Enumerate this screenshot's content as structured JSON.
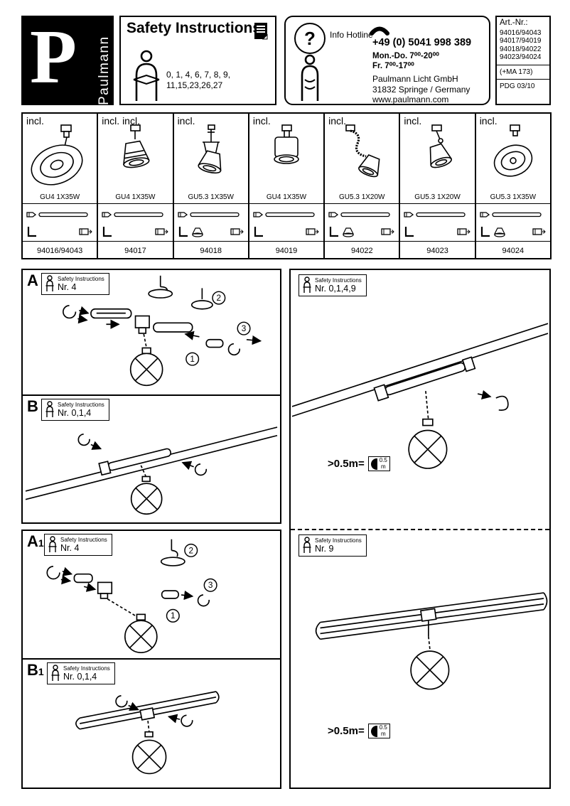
{
  "header": {
    "logo": {
      "letter": "P",
      "brand": "Paulmann"
    },
    "safety_box": {
      "title": "Safety Instructions",
      "numbers_line1": "0, 1, 4, 6, 7, 8, 9,",
      "numbers_line2": "11,15,23,26,27"
    },
    "hotline": {
      "question_mark": "?",
      "label": "Info Hotline",
      "phone": "+49 (0) 5041 998 389",
      "hours_weekdays": "Mon.-Do. 7⁰⁰-20⁰⁰",
      "hours_friday": "Fr.  7⁰⁰-17⁰⁰",
      "company": "Paulmann Licht GmbH",
      "address": "31832 Springe / Germany",
      "website": "www.paulmann.com"
    },
    "art_nr": {
      "label": "Art.-Nr.:",
      "line1": "94016/94043",
      "line2": "94017/94019",
      "line3": "94018/94022",
      "line4": "94023/94024",
      "extra": "(+MA 173)",
      "code": "PDG 03/10"
    }
  },
  "products": [
    {
      "incl": "incl.",
      "bulb": "GU4  1X35W",
      "part": "94016/94043"
    },
    {
      "incl": "incl. incl.",
      "bulb": "GU4  1X35W",
      "part": "94017"
    },
    {
      "incl": "incl.",
      "bulb": "GU5.3  1X35W",
      "part": "94018"
    },
    {
      "incl": "incl.",
      "bulb": "GU4  1X35W",
      "part": "94019"
    },
    {
      "incl": "incl.",
      "bulb": "GU5.3  1X20W",
      "part": "94022"
    },
    {
      "incl": "incl.",
      "bulb": "GU5.3  1X20W",
      "part": "94023"
    },
    {
      "incl": "incl.",
      "bulb": "GU5.3  1X35W",
      "part": "94024"
    }
  ],
  "instructions": {
    "safety_title": "Safety Instructions",
    "box_a": {
      "letter": "A",
      "nr": "Nr. 4",
      "steps": [
        "1",
        "2",
        "3"
      ]
    },
    "box_b": {
      "letter": "B",
      "nr": "Nr. 0,1,4"
    },
    "box_a1": {
      "letter": "A",
      "sub": "1",
      "nr": "Nr. 4",
      "steps": [
        "1",
        "2",
        "3"
      ]
    },
    "box_b1": {
      "letter": "B",
      "sub": "1",
      "nr": "Nr. 0,1,4"
    },
    "right_top": {
      "nr": "Nr. 0,1,4,9",
      "distance": ">0.5m=",
      "dist_val": "0.5",
      "dist_unit": "m"
    },
    "right_bottom": {
      "nr": "Nr. 9",
      "distance": ">0.5m=",
      "dist_val": "0.5",
      "dist_unit": "m"
    }
  },
  "icons": {
    "document-icon": "svg-booklet",
    "reading-person-icon": "svg-person-with-book",
    "question-person-icon": "svg-standing-person",
    "phone-icon": "svg-handset",
    "clamp-icon": "svg-small-adapter",
    "rod-icon": "svg-long-rod",
    "allen-key-icon": "svg-L-wrench",
    "shade-icon": "svg-lamp-shade",
    "connector-icon": "svg-connector-arrow",
    "lamp-symbol": "circle-with-X",
    "distance-icon": "half-lamp-0.5m"
  }
}
